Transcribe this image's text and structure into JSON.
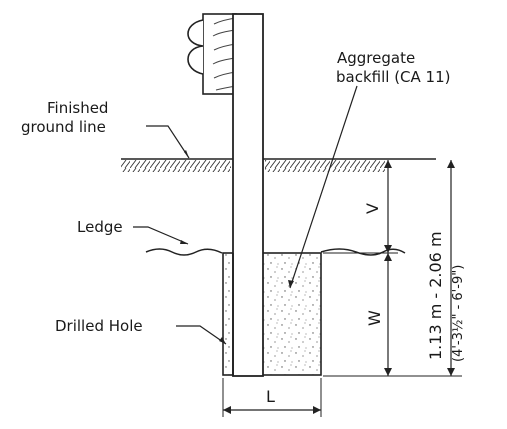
{
  "labels": {
    "finished_ground_line_1": "Finished",
    "finished_ground_line_2": "ground line",
    "aggregate_backfill_1": "Aggregate",
    "aggregate_backfill_2": "backfill (CA 11)",
    "ledge": "Ledge",
    "drilled_hole": "Drilled Hole"
  },
  "dimensions": {
    "v": "V",
    "w": "W",
    "l": "L",
    "depth_metric": "1.13 m - 2.06 m",
    "depth_imperial": "(4'-3½\" - 6'-9\")"
  }
}
